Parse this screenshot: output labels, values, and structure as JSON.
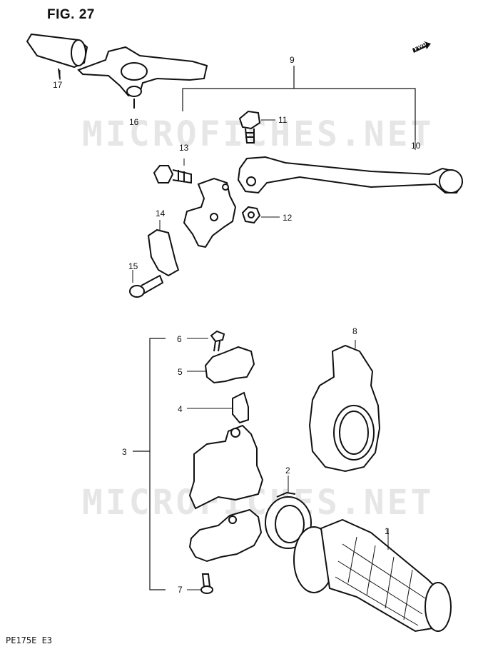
{
  "figure": {
    "title": "FIG. 27",
    "footer": "PE175E E3",
    "fwd_label": "FWD",
    "watermark": "MICROFICHES.NET"
  },
  "callouts": {
    "c1": "1",
    "c2": "2",
    "c3": "3",
    "c4": "4",
    "c5": "5",
    "c6": "6",
    "c7": "7",
    "c8": "8",
    "c9": "9",
    "c10": "10",
    "c11": "11",
    "c12": "12",
    "c13": "13",
    "c14": "14",
    "c15": "15",
    "c16": "16",
    "c17": "17"
  },
  "icons": {
    "fwd": "arrow-right-icon"
  }
}
